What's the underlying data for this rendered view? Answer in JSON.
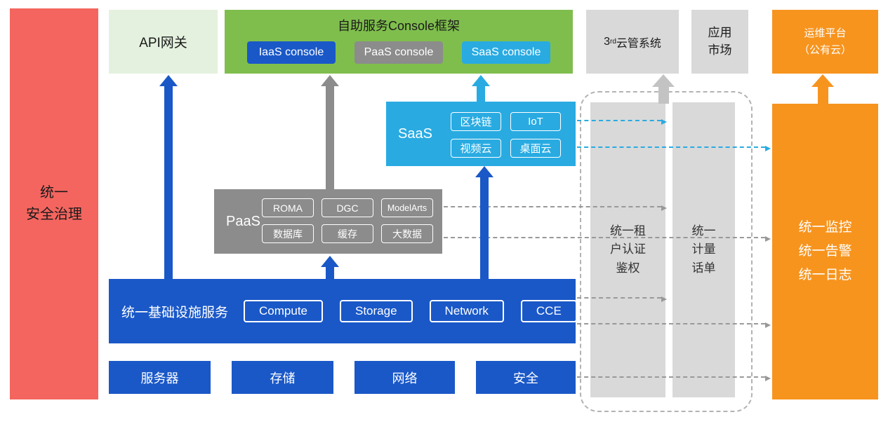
{
  "palette": {
    "red": "#F4655F",
    "paleGreen": "#E4F1DE",
    "green": "#7FBE4D",
    "blue": "#1A58C8",
    "gray": "#8C8C8C",
    "lightGray": "#D9D9D9",
    "cyan": "#29ABE2",
    "orange": "#F7941E",
    "lineGray": "#999999",
    "arrowGray": "#C3C3C3",
    "frameBorder": "#B3B3B3",
    "textDark": "#1A1A1A"
  },
  "security_bar": {
    "label": "统一\n安全治理"
  },
  "api_gateway": {
    "label": "API网关"
  },
  "console_frame": {
    "title": "自助服务Console框架",
    "iaas_console": "IaaS console",
    "paas_console": "PaaS console",
    "saas_console": "SaaS console"
  },
  "third_party_cloud": {
    "prefix": "3",
    "sup": "rd",
    "suffix": "云管系统"
  },
  "app_market": {
    "label": "应用\n市场"
  },
  "ops_platform": {
    "label": "运维平台\n（公有云）"
  },
  "saas": {
    "label": "SaaS",
    "services": [
      "区块链",
      "IoT",
      "视频云",
      "桌面云"
    ]
  },
  "paas": {
    "label": "PaaS",
    "services": [
      "ROMA",
      "DGC",
      "ModelArts",
      "数据库",
      "缓存",
      "大数据"
    ]
  },
  "iaas": {
    "label": "统一基础设施服务",
    "services": [
      "Compute",
      "Storage",
      "Network",
      "CCE"
    ]
  },
  "resources": [
    "服务器",
    "存储",
    "网络",
    "安全"
  ],
  "auth_bar": {
    "label": "统一租\n户认证\n鉴权"
  },
  "metering_bar": {
    "label": "统一\n计量\n话单"
  },
  "monitoring_bar": {
    "label": "统一监控\n统一告警\n统一日志"
  }
}
